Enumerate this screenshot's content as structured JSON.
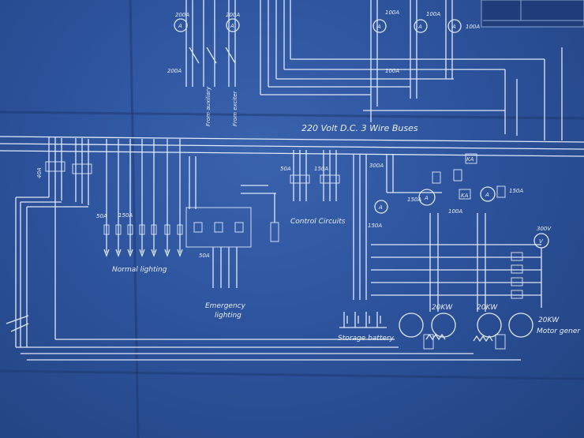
{
  "labels": {
    "buses_title": "220 Volt D.C. 3 Wire Buses",
    "normal_lighting": "Normal lighting",
    "emergency_lighting_1": "Emergency",
    "emergency_lighting_2": "lighting",
    "control_circuits": "Control Circuits",
    "storage_battery": "Storage battery",
    "motor_gen_20kw": "20KW",
    "motor_generator": "Motor gener",
    "gen_1": "20KW",
    "gen_2": "20KW",
    "from_auxiliary": "From auxiliary",
    "from_exciter": "From exciter",
    "r_200a_1": "200A",
    "r_200a_2": "200A",
    "r_200a_3": "200A",
    "r_100a_1": "100A",
    "r_100a_2": "100A",
    "r_100a_3": "100A",
    "r_100a_4": "100A",
    "r_100a_5": "100A",
    "r_50a_1": "50A",
    "r_50a_2": "50A",
    "r_150a_1": "150A",
    "r_150a_2": "150A",
    "r_150a_3": "150A",
    "r_150a_4": "150A",
    "r_150a_5": "150A",
    "r_300a": "300A",
    "r_300v": "300V",
    "r_40a": "40A",
    "r_50a_left": "50A",
    "r_ka1": "KA",
    "r_ka2": "KA",
    "ammeter": "A",
    "voltmeter": "V"
  }
}
